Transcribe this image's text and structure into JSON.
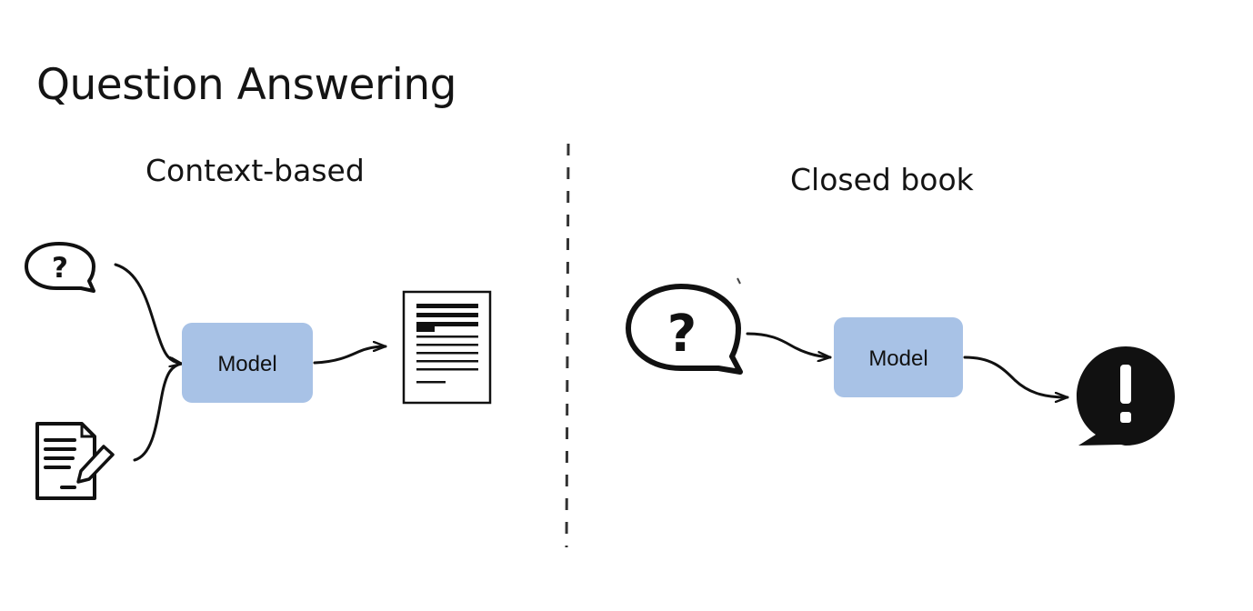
{
  "title": "Question Answering",
  "sections": {
    "context_based": {
      "heading": "Context-based",
      "model_label": "Model"
    },
    "closed_book": {
      "heading": "Closed book",
      "model_label": "Model"
    }
  },
  "colors": {
    "model_box": "#a8c2e6",
    "ink": "#111111"
  },
  "icons": {
    "context_question": "question-bubble-icon",
    "context_document": "document-edit-icon",
    "context_output": "text-document-icon",
    "closed_question": "question-bubble-icon",
    "closed_output": "exclamation-bubble-icon"
  }
}
